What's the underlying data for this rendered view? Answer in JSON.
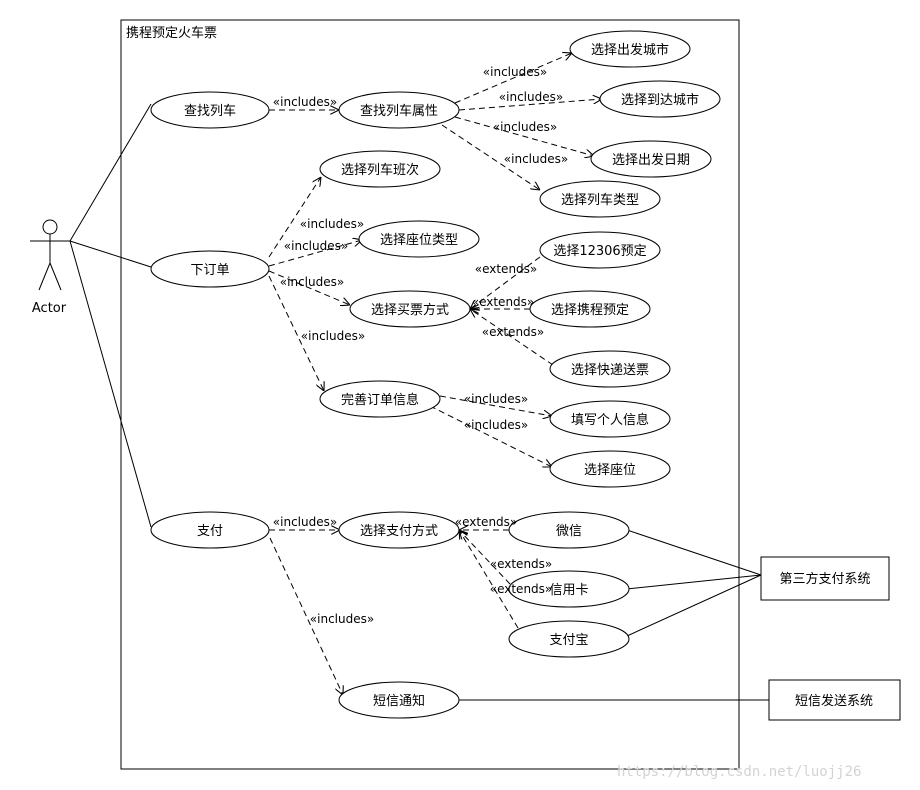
{
  "system_boundary": {
    "title": "携程预定火车票"
  },
  "actor": {
    "label": "Actor"
  },
  "use_cases": {
    "find_train": "查找列车",
    "train_attr": "查找列车属性",
    "depart_city": "选择出发城市",
    "arrive_city": "选择到达城市",
    "depart_date": "选择出发日期",
    "train_type": "选择列车类型",
    "place_order": "下订单",
    "train_no": "选择列车班次",
    "seat_type": "选择座位类型",
    "buy_method": "选择买票方式",
    "via_12306": "选择12306预定",
    "via_ctrip": "选择携程预定",
    "via_express": "选择快递送票",
    "complete_order": "完善订单信息",
    "personal_info": "填写个人信息",
    "choose_seat": "选择座位",
    "pay": "支付",
    "pay_method": "选择支付方式",
    "wechat": "微信",
    "credit_card": "信用卡",
    "alipay": "支付宝",
    "sms": "短信通知"
  },
  "external_systems": {
    "third_party_pay": "第三方支付系统",
    "sms_system": "短信发送系统"
  },
  "relationship_labels": {
    "includes": "«includes»",
    "extends": "«extends»"
  },
  "watermark": "https://blog.csdn.net/luojj26"
}
